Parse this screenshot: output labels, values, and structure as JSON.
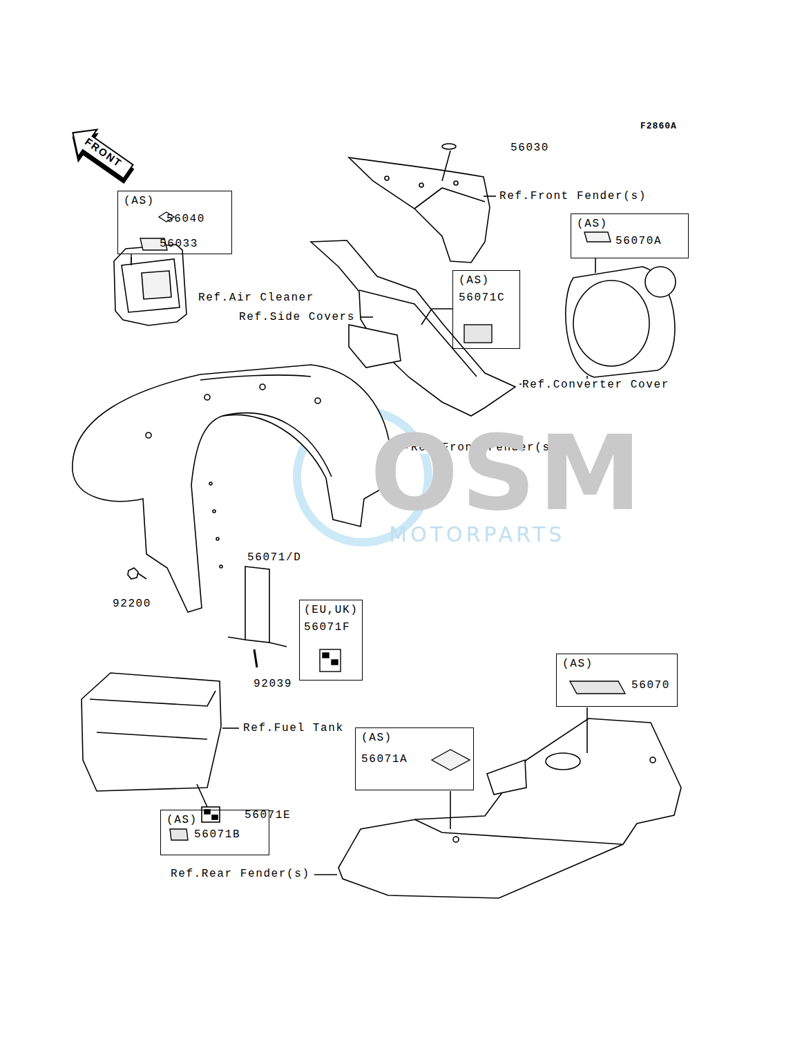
{
  "diagram": {
    "nodes": [
      {
        "text": [
          "(AS)",
          "56040",
          "56033"
        ]
      },
      {
        "text": [
          "(AS)",
          "56070A"
        ]
      },
      {
        "text": [
          "(AS)",
          "56071C"
        ]
      },
      {
        "text": [
          "(EU,UK)",
          "56071F"
        ]
      },
      {
        "text": [
          "(AS)",
          "56070"
        ]
      },
      {
        "text": [
          "(AS)",
          "56071A"
        ]
      },
      {
        "text": [
          "(AS)",
          "56071B"
        ]
      }
    ],
    "labels": [
      "F2860A",
      "FRONT",
      "56030",
      "Ref.Front Fender(s)",
      "Ref.Air Cleaner",
      "Ref.Side Covers",
      "Ref.Converter Cover",
      "Ref.Front Fender(s)",
      "56071/D",
      "92200",
      "92039",
      "Ref.Fuel Tank",
      "56071E",
      "Ref.Rear Fender(s)",
      "OSM",
      "MOTORPARTS"
    ]
  }
}
